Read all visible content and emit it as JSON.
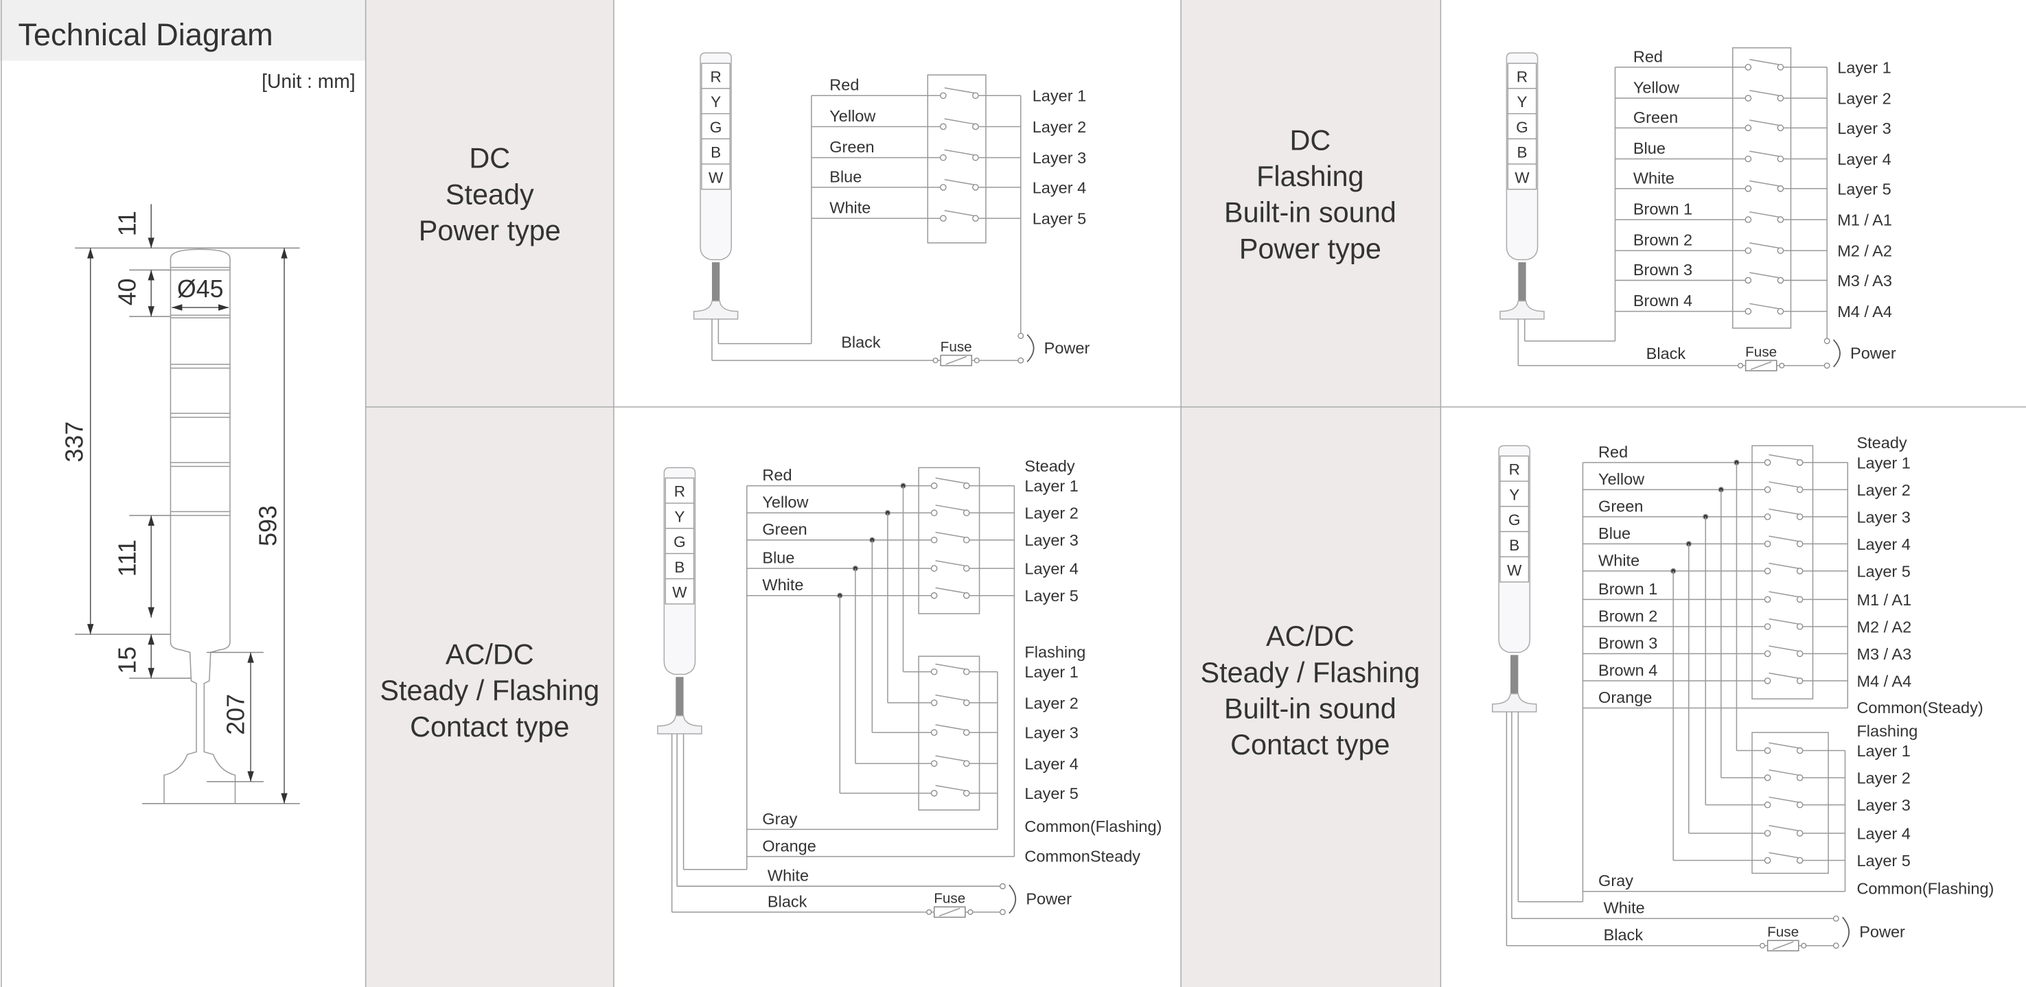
{
  "header": {
    "title": "Technical Diagram",
    "unit": "[Unit : mm]"
  },
  "dimensions": {
    "top": "11",
    "cap": "40",
    "diameter": "Ø45",
    "body": "337",
    "layer": "111",
    "neck": "15",
    "pole": "207",
    "total": "593"
  },
  "tower_letters": [
    "R",
    "Y",
    "G",
    "B",
    "W"
  ],
  "panels": [
    {
      "title_lines": [
        "DC",
        "Steady",
        "Power type"
      ],
      "wires": [
        "Red",
        "Yellow",
        "Green",
        "Blue",
        "White"
      ],
      "outputs": [
        "Layer 1",
        "Layer 2",
        "Layer 3",
        "Layer 4",
        "Layer 5"
      ],
      "black": "Black",
      "fuse": "Fuse",
      "power": "Power"
    },
    {
      "title_lines": [
        "DC",
        "Flashing",
        "Built-in sound",
        "Power type"
      ],
      "wires": [
        "Red",
        "Yellow",
        "Green",
        "Blue",
        "White",
        "Brown 1",
        "Brown 2",
        "Brown 3",
        "Brown 4"
      ],
      "outputs": [
        "Layer 1",
        "Layer 2",
        "Layer 3",
        "Layer 4",
        "Layer 5",
        "M1 / A1",
        "M2 / A2",
        "M3 / A3",
        "M4 / A4"
      ],
      "black": "Black",
      "fuse": "Fuse",
      "power": "Power"
    },
    {
      "title_lines": [
        "AC/DC",
        "Steady / Flashing",
        "Contact type"
      ],
      "wires": [
        "Red",
        "Yellow",
        "Green",
        "Blue",
        "White"
      ],
      "steady_header": "Steady",
      "outputs": [
        "Layer 1",
        "Layer 2",
        "Layer 3",
        "Layer 4",
        "Layer 5"
      ],
      "flashing_header": "Flashing",
      "flashing_outputs": [
        "Layer 1",
        "Layer 2",
        "Layer 3",
        "Layer 4",
        "Layer 5"
      ],
      "gray": "Gray",
      "common_flashing": "Common(Flashing)",
      "orange": "Orange",
      "common_steady": "CommonSteady",
      "white": "White",
      "black": "Black",
      "fuse": "Fuse",
      "power": "Power"
    },
    {
      "title_lines": [
        "AC/DC",
        "Steady / Flashing",
        "Built-in sound",
        "Contact type"
      ],
      "wires": [
        "Red",
        "Yellow",
        "Green",
        "Blue",
        "White",
        "Brown 1",
        "Brown 2",
        "Brown 3",
        "Brown 4"
      ],
      "steady_header": "Steady",
      "outputs": [
        "Layer 1",
        "Layer 2",
        "Layer 3",
        "Layer 4",
        "Layer 5",
        "M1 / A1",
        "M2 / A2",
        "M3 / A3",
        "M4 / A4"
      ],
      "flashing_header": "Flashing",
      "flashing_outputs": [
        "Layer 1",
        "Layer 2",
        "Layer 3",
        "Layer 4",
        "Layer 5"
      ],
      "gray": "Gray",
      "common_flashing": "Common(Flashing)",
      "orange": "Orange",
      "common_steady": "Common(Steady)",
      "white": "White",
      "black": "Black",
      "fuse": "Fuse",
      "power": "Power"
    }
  ]
}
